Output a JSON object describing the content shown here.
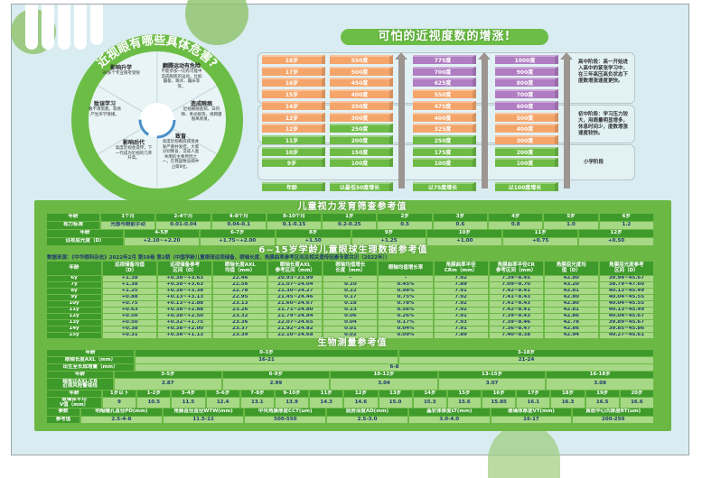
{
  "title": "可怕的近视度数的增涨!",
  "hazards": {
    "title": "近视眼有哪些具体危害?",
    "segments": [
      {
        "title": "影响升学",
        "body": "30多个专业限考受限"
      },
      {
        "title": "翻腾运动有危险",
        "body": "不能参加一切有可能中造成眼底的运动，比如蹦极、跳水、蹦床等等。"
      },
      {
        "title": "造成眼病",
        "body": "近视眼眼底病、白内障、青光眼等，视网膜脱离易发。"
      },
      {
        "title": "致盲",
        "body": "高度近视眼底病变并发严重并发症，大家分别致盲，造成人类失明的主要原因之一，在我国致盲病中占第8位。"
      },
      {
        "title": "影响后代",
        "body": "高度近视会遗传，下一代成为近视的几率升高。"
      },
      {
        "title": "耽误学习",
        "body": "看不清黑板，容易产生厌学情绪。"
      }
    ]
  },
  "stairs": {
    "ages": [
      {
        "t": "18岁",
        "c": "orange"
      },
      {
        "t": "17岁",
        "c": "orange"
      },
      {
        "t": "16岁",
        "c": "orange"
      },
      {
        "t": "15岁",
        "c": "orange"
      },
      {
        "t": "14岁",
        "c": "orange"
      },
      {
        "t": "13岁",
        "c": "orange"
      },
      {
        "t": "12岁",
        "c": "orange"
      },
      {
        "t": "11岁",
        "c": "green"
      },
      {
        "t": "10岁",
        "c": "green"
      },
      {
        "t": "9岁",
        "c": "green"
      }
    ],
    "rate50": [
      {
        "t": "550度",
        "c": "orange"
      },
      {
        "t": "500度",
        "c": "orange"
      },
      {
        "t": "450度",
        "c": "orange"
      },
      {
        "t": "400度",
        "c": "orange"
      },
      {
        "t": "350度",
        "c": "orange"
      },
      {
        "t": "300度",
        "c": "orange"
      },
      {
        "t": "250度",
        "c": "green"
      },
      {
        "t": "200度",
        "c": "green"
      },
      {
        "t": "150度",
        "c": "green"
      },
      {
        "t": "100度",
        "c": "green"
      }
    ],
    "rate75": [
      {
        "t": "775度",
        "c": "purple"
      },
      {
        "t": "700度",
        "c": "purple"
      },
      {
        "t": "625度",
        "c": "purple"
      },
      {
        "t": "550度",
        "c": "orange"
      },
      {
        "t": "475度",
        "c": "orange"
      },
      {
        "t": "400度",
        "c": "orange"
      },
      {
        "t": "325度",
        "c": "orange"
      },
      {
        "t": "250度",
        "c": "green"
      },
      {
        "t": "175度",
        "c": "green"
      },
      {
        "t": "100度",
        "c": "green"
      }
    ],
    "rate100": [
      {
        "t": "1000度",
        "c": "purple"
      },
      {
        "t": "900度",
        "c": "purple"
      },
      {
        "t": "800度",
        "c": "purple"
      },
      {
        "t": "700度",
        "c": "purple"
      },
      {
        "t": "600度",
        "c": "purple"
      },
      {
        "t": "500度",
        "c": "orange"
      },
      {
        "t": "400度",
        "c": "orange"
      },
      {
        "t": "300度",
        "c": "orange"
      },
      {
        "t": "200度",
        "c": "green"
      },
      {
        "t": "100度",
        "c": "green"
      }
    ],
    "footer": [
      "年龄",
      "以最低50度增长",
      "以75度增长",
      "以100度增长"
    ],
    "notes": {
      "high": "高中阶段：高一开始进入高中的紧张学习中，在三年高压高负状态下度数增涨速度更快。",
      "junior": "初中阶段：学习压力较大，用眼量明显增多，休息时间少，度数增涨速度较快。",
      "primary": "小学阶段"
    }
  },
  "screening": {
    "title": "儿童视力发育筛查参考值",
    "row1": [
      "年龄",
      "1个月",
      "2-4个月",
      "4-8个月",
      "8-10个月",
      "1岁",
      "2岁",
      "3岁",
      "4岁",
      "5岁",
      "6岁"
    ],
    "row2": [
      "视力标准",
      "光感与眼前手动",
      "0.01-0.04",
      "0.04-0.1",
      "0.1-0.15",
      "0.2-0.25",
      "0.5",
      "0.6",
      "0.8",
      "1.0",
      "1.2"
    ],
    "row3": [
      "年龄",
      "4-5岁",
      "6-7岁",
      "8岁",
      "9岁",
      "10岁",
      "11岁",
      "12岁"
    ],
    "row4": [
      "远视屈光度（D）",
      "+2.10~+2.20",
      "+1.75~+2.00",
      "+1.50",
      "+1.25",
      "+1.00",
      "+0.75",
      "+0.50"
    ]
  },
  "physio": {
    "title": "6~15岁学龄儿童眼球生理数据参考值",
    "source": "数据来源：《中华眼科杂志》2022年2月 第58卷 第2期（中国学龄儿童眼球远视储备、眼轴长度、角膜曲率参考区间及相关遗传因素专家共识（2022年））",
    "headers": [
      "年龄",
      "远视储备均值\n（D）",
      "远视储备参考\n区间（D）",
      "眼轴长度AXL\n均值（mm）",
      "眼轴长度AXL\n参考区间（mm）",
      "眼轴均值增长\n长度（mm）",
      "眼轴均值增长率",
      "角膜曲率半径\nCRm（mm）",
      "角膜曲率半径CR\n参考区间（mm）",
      "角膜屈光度均\n值（D）",
      "角膜屈光度参考\n区间（D）"
    ],
    "rows": [
      [
        "6y",
        "+1.38",
        "+0.38~+3.63",
        "22.46",
        "20.93~23.99",
        "-",
        "-",
        "7.92",
        "7.39~8.45",
        "42.80",
        "39.94~45.67"
      ],
      [
        "7y",
        "+1.38",
        "+0.38~+3.63",
        "22.56",
        "21.07~24.04",
        "0.10",
        "0.45%",
        "7.89",
        "7.09~8.70",
        "43.20",
        "38.79~47.60"
      ],
      [
        "8y",
        "+1.25",
        "+0.38~+3.38",
        "22.78",
        "21.30~24.27",
        "0.22",
        "0.98%",
        "7.91",
        "7.42~8.41",
        "42.81",
        "40.13~45.49"
      ],
      [
        "9y",
        "+0.88",
        "+0.13~+3.13",
        "22.95",
        "21.45~24.46",
        "0.17",
        "0.75%",
        "7.92",
        "7.41~8.43",
        "42.80",
        "40.04~45.55"
      ],
      [
        "10y",
        "+0.75",
        "+0.13~+2.88",
        "23.13",
        "21.60~24.67",
        "0.18",
        "0.78%",
        "7.92",
        "7.41~8.43",
        "42.80",
        "40.04~45.55"
      ],
      [
        "11y",
        "+0.63",
        "+0.38~+2.88",
        "23.26",
        "21.71~24.80",
        "0.13",
        "0.56%",
        "7.92",
        "7.42~8.41",
        "42.81",
        "40.13~45.49"
      ],
      [
        "12y",
        "+0.50",
        "+0.38~+2.50",
        "23.32",
        "21.79~24.84",
        "0.06",
        "0.26%",
        "7.91",
        "7.39~8.43",
        "42.86",
        "40.04~45.67"
      ],
      [
        "13y",
        "+0.50",
        "+0.32~+1.75",
        "23.36",
        "22.07~24.65",
        "0.04",
        "0.17%",
        "7.93",
        "7.39~8.46",
        "42.78",
        "39.89~45.67"
      ],
      [
        "14y",
        "+0.38",
        "+0.38~+2.00",
        "23.37",
        "21.92~24.82",
        "0.01",
        "0.04%",
        "7.91",
        "7.36~8.47",
        "42.86",
        "39.85~45.86"
      ],
      [
        "15y",
        "+0.31",
        "+0.38~+1.13",
        "23.39",
        "22.10~24.68",
        "0.02",
        "0.09%",
        "7.89",
        "7.40~8.38",
        "42.94",
        "40.27~45.61"
      ]
    ]
  },
  "biometry": {
    "title": "生物测量参考值",
    "r1": [
      "年龄",
      "0-3岁",
      "3-18岁"
    ],
    "r2": [
      "眼轴长度AXL（mm）",
      "16-21",
      "21-24"
    ],
    "r3": [
      "出生至长成增量（mm）",
      "6-8"
    ],
    "r4": [
      "年龄",
      "3-5岁",
      "6-9岁",
      "10-12岁",
      "13-15岁",
      "16-18岁"
    ],
    "r5": [
      "轴率比AXL/CR\n近视风险警戒线",
      "2.87",
      "2.99",
      "3.04",
      "3.07",
      "3.08"
    ],
    "r6": [
      "年龄",
      "1岁以下",
      "1-2岁",
      "3-4岁",
      "5-6岁",
      "7-8岁",
      "9-10岁",
      "11岁",
      "12岁",
      "13岁",
      "14岁",
      "15岁",
      "16岁",
      "17岁",
      "18岁",
      "19岁",
      "20岁"
    ],
    "r7": [
      "玻璃体平均\nV值（mm）",
      "9",
      "10.5",
      "11.5",
      "12.4",
      "13.1",
      "13.9",
      "14.3",
      "14.6",
      "15.0",
      "15.3",
      "15.6",
      "15.85",
      "16.1",
      "16.3",
      "16.5",
      "16.6"
    ],
    "r8": [
      "参数",
      "明暗瞳孔直径PD(mm)",
      "角膜直径直径WTW(mm)",
      "中央角膜厚度CCT(um)",
      "前房深度AD(mm)",
      "晶状体厚度LT(mm)",
      "玻璃体厚度VT(mm)",
      "黄斑中心凹厚度RT(um)"
    ],
    "r9": [
      "参考值",
      "2.5-4-8",
      "11.5-12",
      "500-550",
      "2.5-3.0",
      "3.0-4.0",
      "16-17",
      "200-250"
    ]
  }
}
